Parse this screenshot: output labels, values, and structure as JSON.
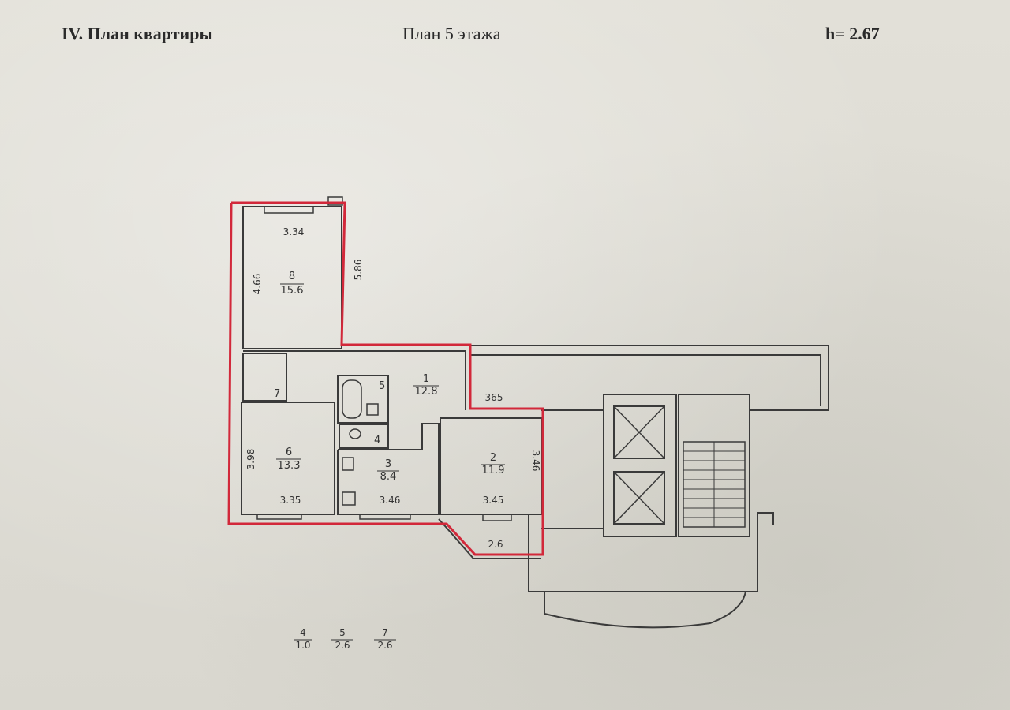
{
  "header": {
    "title": "IV. План квартиры",
    "floor": "План 5 этажа",
    "height": "h= 2.67"
  },
  "rooms": [
    {
      "number": "8",
      "area": "15.6"
    },
    {
      "number": "1",
      "area": "12.8"
    },
    {
      "number": "6",
      "area": "13.3"
    },
    {
      "number": "3",
      "area": "8.4"
    },
    {
      "number": "2",
      "area": "11.9"
    },
    {
      "number": "5",
      "area": ""
    },
    {
      "number": "4",
      "area": ""
    },
    {
      "number": "7",
      "area": ""
    }
  ],
  "dimensions": {
    "room8_width": "3.34",
    "room8_height": "4.66",
    "wing_depth": "5.86",
    "corridor": "365",
    "room6_height": "3.98",
    "room6_width": "3.35",
    "room3_width": "3.46",
    "room2_width": "3.45",
    "room2_height": "3.46",
    "balcony": "2.6"
  },
  "legend": [
    {
      "number": "4",
      "area": "1.0"
    },
    {
      "number": "5",
      "area": "2.6"
    },
    {
      "number": "7",
      "area": "2.6"
    }
  ],
  "colors": {
    "outline": "#d2283a",
    "walls": "#3a3a3a"
  }
}
